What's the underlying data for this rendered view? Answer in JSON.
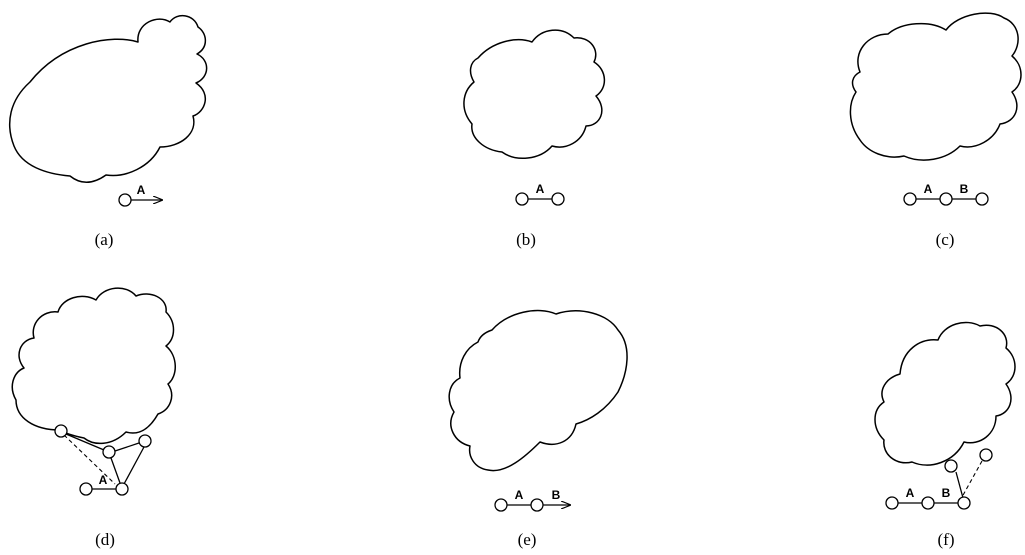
{
  "panels": [
    {
      "caption": "(a)",
      "edge_labels": [
        "A"
      ]
    },
    {
      "caption": "(b)",
      "edge_labels": [
        "A"
      ]
    },
    {
      "caption": "(c)",
      "edge_labels": [
        "A",
        "B"
      ]
    },
    {
      "caption": "(d)",
      "edge_labels": [
        "A"
      ]
    },
    {
      "caption": "(e)",
      "edge_labels": [
        "A",
        "B"
      ]
    },
    {
      "caption": "(f)",
      "edge_labels": [
        "A",
        "B"
      ]
    }
  ]
}
